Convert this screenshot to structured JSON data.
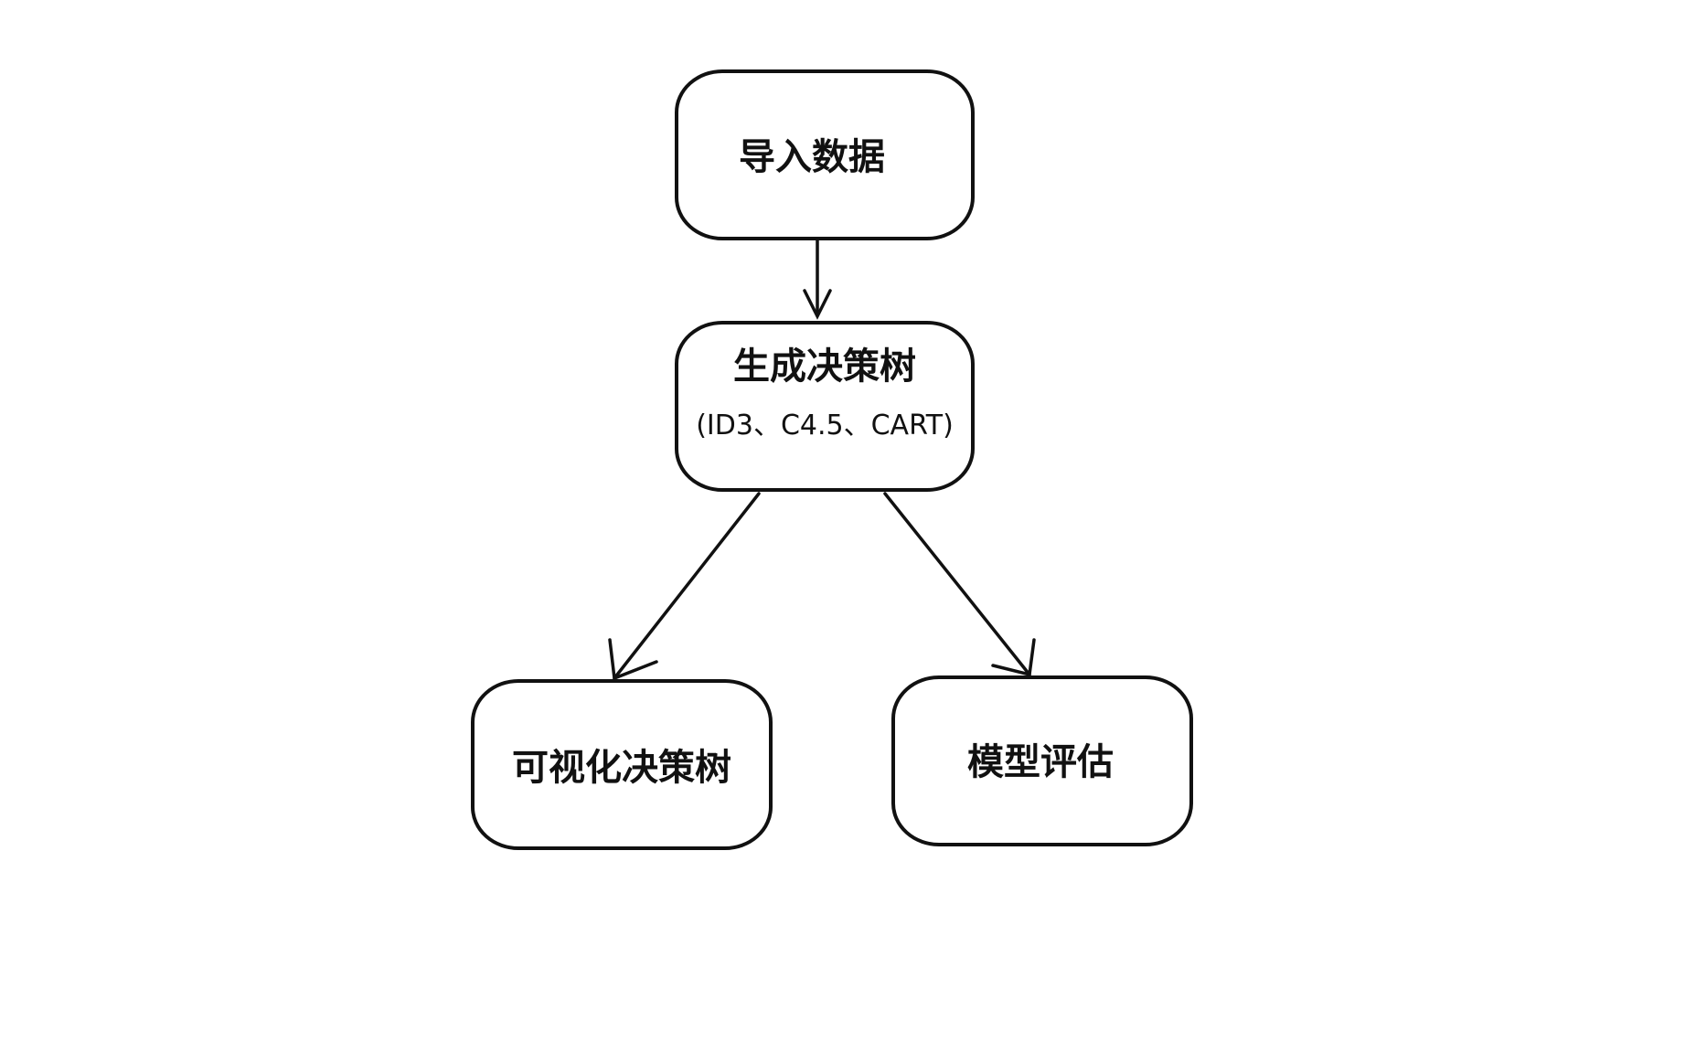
{
  "diagram": {
    "nodes": [
      {
        "id": "import-data",
        "label": "导入数据"
      },
      {
        "id": "generate-tree",
        "label": "生成决策树",
        "sublabel": "(ID3、C4.5、CART)"
      },
      {
        "id": "visualize-tree",
        "label": "可视化决策树"
      },
      {
        "id": "evaluate-model",
        "label": "模型评估"
      }
    ],
    "edges": [
      {
        "from": "import-data",
        "to": "generate-tree"
      },
      {
        "from": "generate-tree",
        "to": "visualize-tree"
      },
      {
        "from": "generate-tree",
        "to": "evaluate-model"
      }
    ]
  }
}
